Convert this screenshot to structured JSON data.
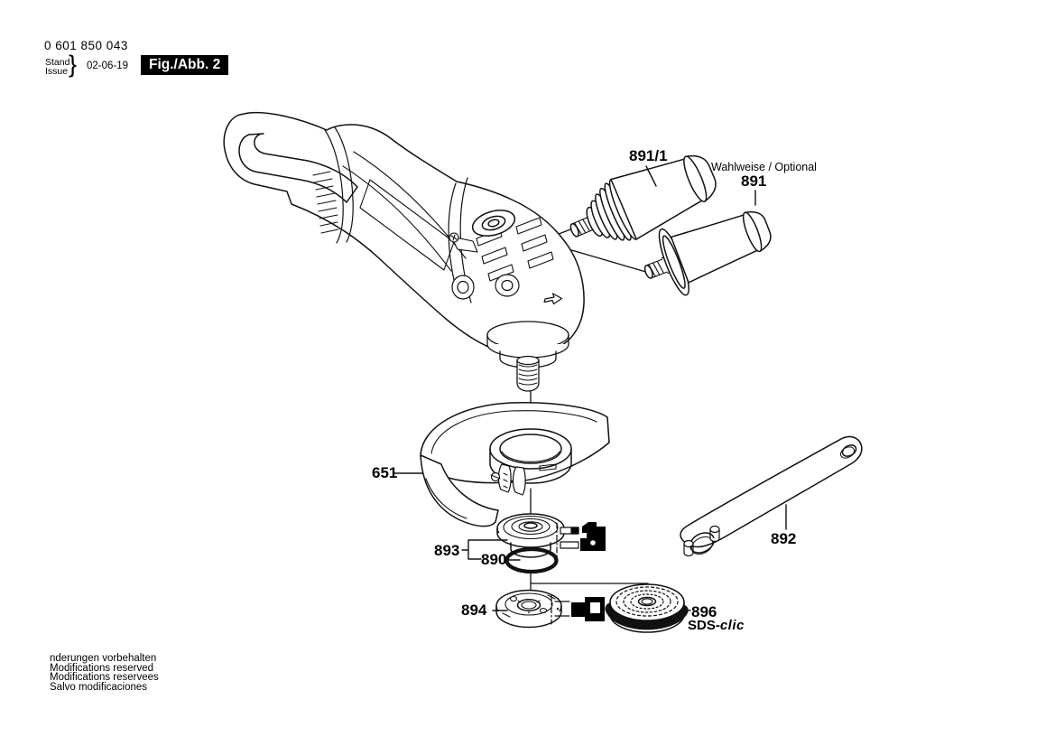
{
  "header": {
    "part_number": "0 601 850 043",
    "stand": "Stand",
    "issue": "Issue",
    "brace": "}",
    "date": "02-06-19",
    "figure": "Fig./Abb. 2"
  },
  "callouts": {
    "handle_damped": "891/1",
    "optional": "Wahlweise / Optional",
    "handle": "891",
    "guard": "651",
    "flange_set": "893",
    "o_ring": "890",
    "flange": "894",
    "wrench": "892",
    "nut": "896",
    "sds_prefix": "SDS-",
    "sds_word": "clic"
  },
  "footer": {
    "lines": [
      "nderungen vorbehalten",
      "Modifications reserved",
      "Modifications reservees",
      "Salvo modificaciones"
    ]
  },
  "colors": {
    "ink": "#000000",
    "paper": "#ffffff"
  }
}
